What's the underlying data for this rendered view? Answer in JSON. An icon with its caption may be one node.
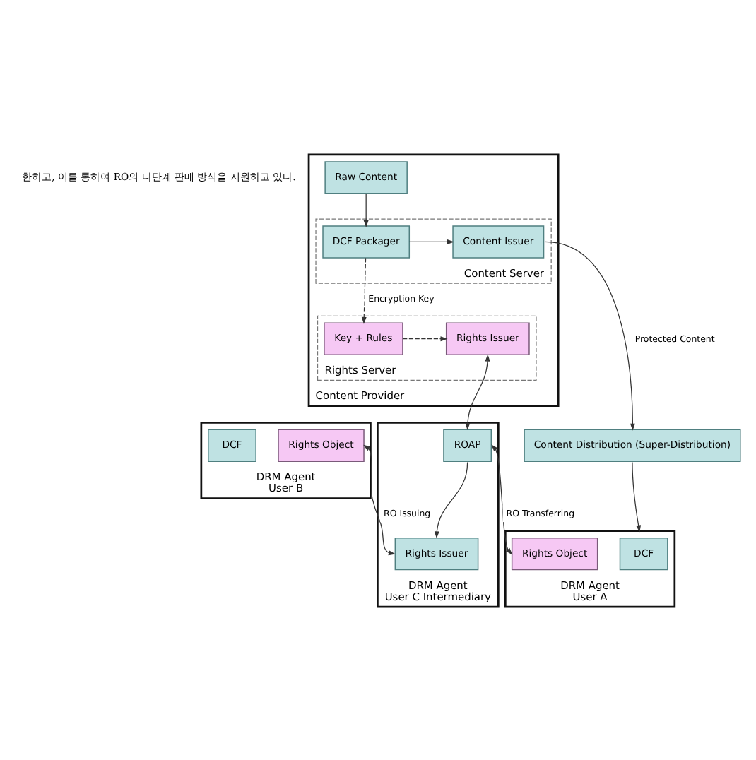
{
  "diagram": {
    "nodes": [
      {
        "text": [
          "Content Provider"
        ]
      },
      {
        "text": [
          "Raw Content"
        ],
        "in": 0
      },
      {
        "text": [
          "Content Server"
        ],
        "in": 0
      },
      {
        "text": [
          "DCF Packager"
        ],
        "in": 2
      },
      {
        "text": [
          "Content Issuer"
        ],
        "in": 2
      },
      {
        "text": [
          "Rights Server"
        ],
        "in": 0
      },
      {
        "text": [
          "Key + Rules"
        ],
        "in": 5
      },
      {
        "text": [
          "Rights Issuer"
        ],
        "in": 5
      },
      {
        "text": [
          "Content Distribution (Super-Distribution)"
        ]
      },
      {
        "text": [
          "DRM Agent",
          "User B"
        ]
      },
      {
        "text": [
          "DCF"
        ],
        "in": 9
      },
      {
        "text": [
          "Rights Object"
        ],
        "in": 9
      },
      {
        "text": [
          "DRM Agent",
          "User C Intermediary"
        ]
      },
      {
        "text": [
          "ROAP"
        ],
        "in": 12
      },
      {
        "text": [
          "Rights Issuer"
        ],
        "in": 12
      },
      {
        "text": [
          "DRM Agent",
          "User A"
        ]
      },
      {
        "text": [
          "DCF"
        ],
        "in": 15
      },
      {
        "text": [
          "Rights Object"
        ],
        "in": 15
      }
    ],
    "edges": [
      {
        "from": 1,
        "to": 3,
        "arrow": "to"
      },
      {
        "from": 3,
        "to": 4,
        "arrow": "to"
      },
      {
        "from": 3,
        "to": 6,
        "arrow": "to",
        "label": "Encryption Key",
        "style": "dashed"
      },
      {
        "from": 6,
        "to": 7,
        "arrow": "to",
        "style": "dashed"
      },
      {
        "from": 4,
        "to": 8,
        "arrow": "to",
        "label": "Protected Content"
      },
      {
        "from": 8,
        "to": 15,
        "arrow": "to"
      },
      {
        "from": 7,
        "to": 13,
        "arrow": "both"
      },
      {
        "from": 13,
        "to": 14,
        "arrow": "to"
      },
      {
        "from": 11,
        "to": 14,
        "arrow": "both",
        "label": "RO Issuing"
      },
      {
        "from": 13,
        "to": 17,
        "arrow": "both",
        "label": "RO Transferring"
      }
    ],
    "labels": [
      "한하고, 이를 통하여 RO의 다단계 판매 방식을 지원하고 있다."
    ]
  }
}
